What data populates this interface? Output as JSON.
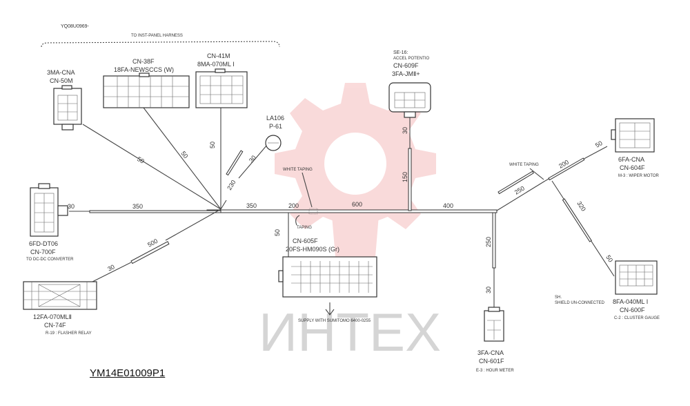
{
  "drawing_ref": "YQ08U0969-",
  "harness_title": "TO INST-PANEL HARNESS",
  "doc_number": "YM14E01009P1",
  "watermark": "ИНТЕХ",
  "colors": {
    "watermark": "#e85a5a",
    "watermark_text": "#c8c8c8",
    "ink": "#333333"
  },
  "connectors": {
    "cn50m": {
      "line1": "3MA-CNA",
      "line2": "CN-50M"
    },
    "cn38f": {
      "line1": "CN-38F",
      "line2": "18FA-NEWSCCS (W)"
    },
    "cn41m": {
      "line1": "CN-41M",
      "line2": "8MA-070ML I"
    },
    "la106": {
      "line1": "LA106",
      "line2": "P-61"
    },
    "cn609f": {
      "line1": "SE-16:",
      "line2": "ACCEL POTENTIO",
      "line3": "CN-609F",
      "line4": "3FA-JMⅡ+"
    },
    "cn604f": {
      "line1": "6FA-CNA",
      "line2": "CN-604F",
      "line3": "M-3 : WIPER MOTOR"
    },
    "cn700f": {
      "line1": "6FD-DT06",
      "line2": "CN-700F",
      "line3": "TO DC-DC CONVERTER"
    },
    "cn605f": {
      "line1": "CN-605F",
      "line2": "20FS-HM090S (Gr)",
      "supply": "SUPPLY WITH SUMITOMO 6400-0255"
    },
    "cn600f": {
      "line1": "8FA-040ML I",
      "line2": "CN-600F",
      "line3": "C-2 : CLUSTER GAUGE"
    },
    "cn74f": {
      "line1": "12FA-070MLⅡ",
      "line2": "CN-74F",
      "line3": "R-19 : FLASHER RELAY"
    },
    "cn601f": {
      "line1": "3FA-CNA",
      "line2": "CN-601F",
      "line3": "E-3 : HOUR METER"
    }
  },
  "annotations": {
    "white_taping_1": "WHITE TAPING",
    "white_taping_2": "WHITE TAPING",
    "taping": "TAPING",
    "shield": "SH.",
    "shield_note": "SHIELD UN-CONNECTED"
  },
  "dimensions": {
    "d50_left": "50",
    "d50_mid": "50",
    "d50_right": "50",
    "d30_la": "30",
    "d230": "230",
    "d30_left": "30",
    "d350_left": "350",
    "d500": "500",
    "d30_low": "30",
    "d350": "350",
    "d200": "200",
    "d600": "600",
    "d400": "400",
    "d50_605": "50",
    "d30_609": "30",
    "d150": "150",
    "d250_up": "250",
    "d200_up": "200",
    "d50_604": "50",
    "d320": "320",
    "d50_600": "50",
    "d250_down": "250",
    "d30_601": "30"
  }
}
